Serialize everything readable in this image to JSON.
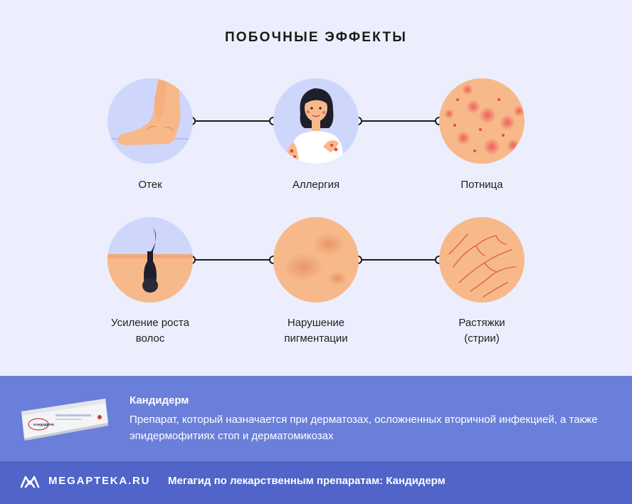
{
  "title": "ПОБОЧНЫЕ ЭФФЕКТЫ",
  "effects": [
    {
      "label": "Отек",
      "icon": "swollen-foot-icon"
    },
    {
      "label": "Аллергия",
      "icon": "allergy-woman-icon"
    },
    {
      "label": "Потница",
      "icon": "heat-rash-icon"
    },
    {
      "label": "Усиление роста\nволос",
      "icon": "hair-growth-icon"
    },
    {
      "label": "Нарушение\nпигментации",
      "icon": "pigmentation-icon"
    },
    {
      "label": "Растяжки\n(стрии)",
      "icon": "stretch-marks-icon"
    }
  ],
  "product": {
    "name": "Кандидерм",
    "description": "Препарат, который назначается при дерматозах, осложненных вторичной инфекцией, а также эпидермофитиях стоп и дерматомикозах",
    "package_text": "КАНДИДЕРМ"
  },
  "footer": {
    "logo": "MEGAPTEKA.RU",
    "text": "Мегагид по лекарственным препаратам: Кандидерм"
  },
  "colors": {
    "background": "#eceefd",
    "skin": "#f7b98a",
    "info_band": "#6a7fd9",
    "footer_band": "#5064c9"
  }
}
